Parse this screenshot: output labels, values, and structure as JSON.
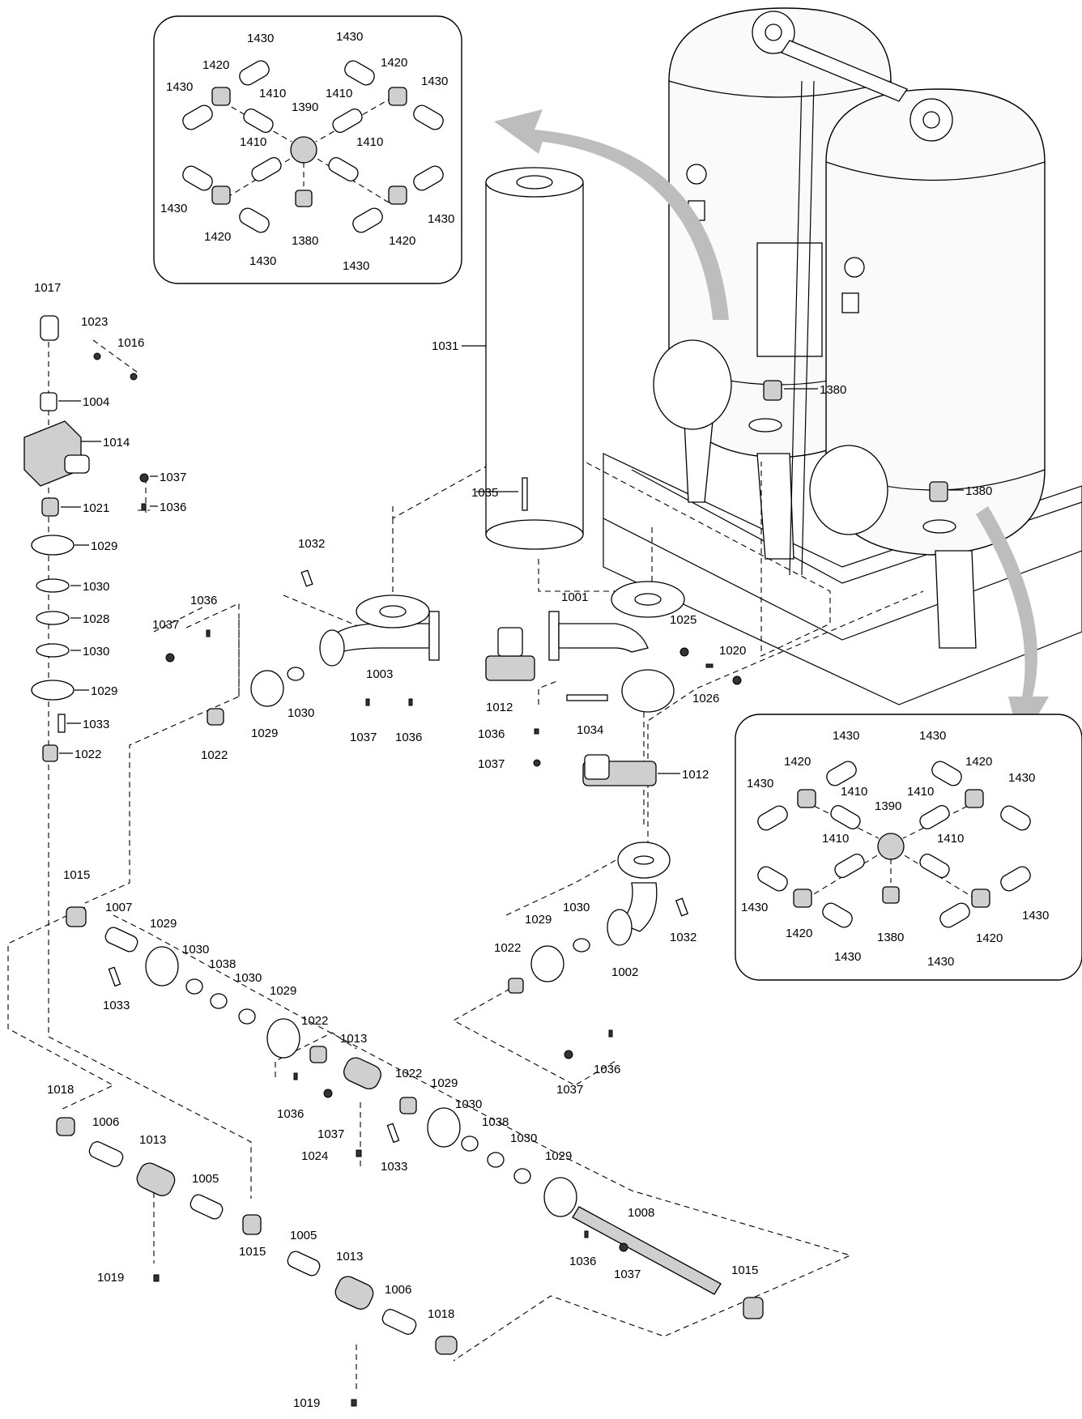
{
  "diagram": {
    "labels": {
      "inset_top": [
        "1430",
        "1430",
        "1420",
        "1420",
        "1430",
        "1430",
        "1410",
        "1390",
        "1410",
        "1410",
        "1410",
        "1430",
        "1420",
        "1380",
        "1420",
        "1430",
        "1430",
        "1430"
      ],
      "inset_right": [
        "1430",
        "1430",
        "1420",
        "1420",
        "1430",
        "1430",
        "1410",
        "1390",
        "1410",
        "1410",
        "1410",
        "1430",
        "1420",
        "1380",
        "1420",
        "1430",
        "1430",
        "1430"
      ],
      "main": {
        "p1017": "1017",
        "p1023": "1023",
        "p1016": "1016",
        "p1004": "1004",
        "p1014": "1014",
        "p1037a": "1037",
        "p1036a": "1036",
        "p1021": "1021",
        "p1029a": "1029",
        "p1030a": "1030",
        "p1028": "1028",
        "p1030b": "1030",
        "p1029b": "1029",
        "p1033a": "1033",
        "p1022a": "1022",
        "p1031": "1031",
        "p1035": "1035",
        "p1032a": "1032",
        "p1036b": "1036",
        "p1037b": "1037",
        "p1029c": "1029",
        "p1030c": "1030",
        "p1022b": "1022",
        "p1003": "1003",
        "p1037c": "1037",
        "p1036c": "1036",
        "p1012a": "1012",
        "p1001": "1001",
        "p1025": "1025",
        "p1020": "1020",
        "p1026": "1026",
        "p1034": "1034",
        "p1036d": "1036",
        "p1037d": "1037",
        "p1012b": "1012",
        "p1380a": "1380",
        "p1380b": "1380",
        "p1015a": "1015",
        "p1007": "1007",
        "p1029d": "1029",
        "p1030d": "1030",
        "p1038a": "1038",
        "p1030e": "1030",
        "p1033b": "1033",
        "p1029e": "1029",
        "p1022c": "1022",
        "p1013a": "1013",
        "p1036e": "1036",
        "p1037e": "1037",
        "p1024": "1024",
        "p1022d": "1022",
        "p1029f": "1029",
        "p1030f": "1030",
        "p1038b": "1038",
        "p1030g": "1030",
        "p1033c": "1033",
        "p1029g": "1029",
        "p1008": "1008",
        "p1036f": "1036",
        "p1037f": "1037",
        "p1015b": "1015",
        "p1018a": "1018",
        "p1006a": "1006",
        "p1013b": "1013",
        "p1005a": "1005",
        "p1015c": "1015",
        "p1019a": "1019",
        "p1005b": "1005",
        "p1013c": "1013",
        "p1006b": "1006",
        "p1018b": "1018",
        "p1019b": "1019",
        "p1022e": "1022",
        "p1029h": "1029",
        "p1030h": "1030",
        "p1002": "1002",
        "p1032b": "1032",
        "p1036g": "1036",
        "p1037g": "1037"
      }
    },
    "colors": {
      "line": "#000000",
      "arrow": "#bdbdbd",
      "shade": "#cfcfcf"
    }
  }
}
